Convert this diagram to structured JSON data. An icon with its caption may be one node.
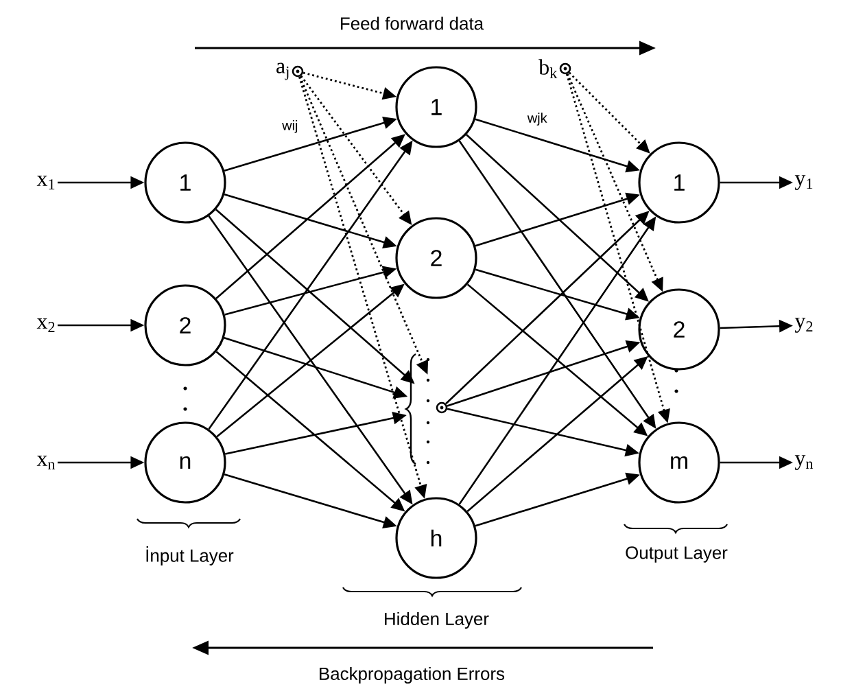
{
  "diagram": {
    "nodes": [
      {
        "text": [
          "x$_{1}$"
        ]
      },
      {
        "text": [
          "x$_{2}$"
        ]
      },
      {
        "text": [
          "x$_{n}$"
        ]
      },
      {
        "text": [
          "1"
        ]
      },
      {
        "text": [
          "2"
        ]
      },
      {
        "text": [
          "n"
        ]
      },
      {
        "text": [
          "a$_{j}$"
        ]
      },
      {
        "text": [
          "1"
        ]
      },
      {
        "text": [
          "2"
        ]
      },
      {
        "text": [],
        "shape": "circle"
      },
      {
        "text": [
          "h"
        ]
      },
      {
        "text": [
          "b$_{k}$"
        ]
      },
      {
        "text": [
          "1"
        ]
      },
      {
        "text": [
          "2"
        ]
      },
      {
        "text": [
          "m"
        ]
      },
      {
        "text": [
          "y$_{1}$"
        ]
      },
      {
        "text": [
          "y$_{2}$"
        ]
      },
      {
        "text": [
          "y$_{n}$"
        ]
      }
    ],
    "edges": [
      {
        "from": 0,
        "to": 3,
        "arrow": "to"
      },
      {
        "from": 1,
        "to": 4,
        "arrow": "to"
      },
      {
        "from": 2,
        "to": 5,
        "arrow": "to"
      },
      {
        "from": 3,
        "to": 7,
        "arrow": "to",
        "label": "wij"
      },
      {
        "from": 3,
        "to": 8,
        "arrow": "to"
      },
      {
        "from": 3,
        "to": 9,
        "arrow": "to"
      },
      {
        "from": 3,
        "to": 10,
        "arrow": "to"
      },
      {
        "from": 4,
        "to": 7,
        "arrow": "to"
      },
      {
        "from": 4,
        "to": 8,
        "arrow": "to"
      },
      {
        "from": 4,
        "to": 9,
        "arrow": "to"
      },
      {
        "from": 4,
        "to": 10,
        "arrow": "to"
      },
      {
        "from": 5,
        "to": 7,
        "arrow": "to"
      },
      {
        "from": 5,
        "to": 8,
        "arrow": "to"
      },
      {
        "from": 5,
        "to": 9,
        "arrow": "to"
      },
      {
        "from": 5,
        "to": 10,
        "arrow": "to"
      },
      {
        "from": 6,
        "to": 7,
        "arrow": "to",
        "style": "dashed"
      },
      {
        "from": 6,
        "to": 8,
        "arrow": "to",
        "style": "dashed"
      },
      {
        "from": 6,
        "to": 9,
        "arrow": "to",
        "style": "dashed"
      },
      {
        "from": 6,
        "to": 10,
        "arrow": "to",
        "style": "dashed"
      },
      {
        "from": 7,
        "to": 12,
        "arrow": "to",
        "label": "wjk"
      },
      {
        "from": 7,
        "to": 13,
        "arrow": "to"
      },
      {
        "from": 7,
        "to": 14,
        "arrow": "to"
      },
      {
        "from": 8,
        "to": 12,
        "arrow": "to"
      },
      {
        "from": 8,
        "to": 13,
        "arrow": "to"
      },
      {
        "from": 8,
        "to": 14,
        "arrow": "to"
      },
      {
        "from": 9,
        "to": 12,
        "arrow": "to"
      },
      {
        "from": 9,
        "to": 13,
        "arrow": "to"
      },
      {
        "from": 9,
        "to": 14,
        "arrow": "to"
      },
      {
        "from": 10,
        "to": 12,
        "arrow": "to"
      },
      {
        "from": 10,
        "to": 13,
        "arrow": "to"
      },
      {
        "from": 10,
        "to": 14,
        "arrow": "to"
      },
      {
        "from": 11,
        "to": 12,
        "arrow": "to",
        "style": "dashed"
      },
      {
        "from": 11,
        "to": 13,
        "arrow": "to",
        "style": "dashed"
      },
      {
        "from": 11,
        "to": 14,
        "arrow": "to",
        "style": "dashed"
      },
      {
        "from": 12,
        "to": 15,
        "arrow": "to"
      },
      {
        "from": 13,
        "to": 16,
        "arrow": "to"
      },
      {
        "from": 14,
        "to": 17,
        "arrow": "to"
      }
    ],
    "labels": [
      "Feed forward data",
      "İnput Layer",
      "Hidden Layer",
      "Output Layer",
      "Backpropagation Errors"
    ]
  }
}
